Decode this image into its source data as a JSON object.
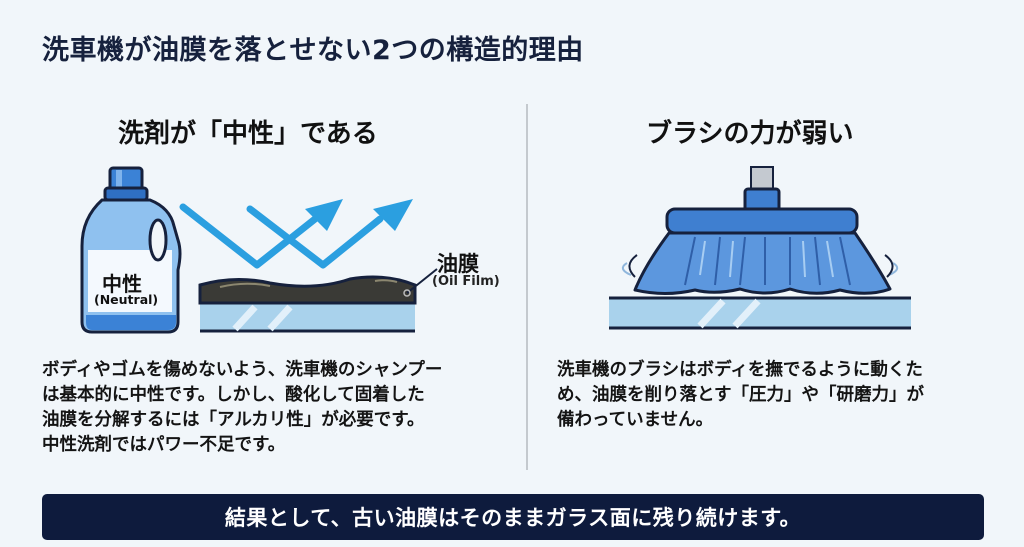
{
  "title": "洗車機が油膜を落とせない2つの構造的理由",
  "left": {
    "heading": "洗剤が「中性」である",
    "bottle_label": "中性",
    "bottle_label_en": "(Neutral)",
    "oil_label": "油膜",
    "oil_label_en": "(Oil Film)",
    "body_lines": [
      "ボディやゴムを傷めないよう、洗車機のシャンプー",
      "は基本的に中性です。しかし、酸化して固着した",
      "油膜を分解するには「アルカリ性」が必要です。",
      "中性洗剤ではパワー不足です。"
    ]
  },
  "right": {
    "heading": "ブラシの力が弱い",
    "body_lines": [
      "洗車機のブラシはボディを撫でるように動くた",
      "め、油膜を削り落とす「圧力」や「研磨力」が",
      "備わっていません。"
    ]
  },
  "banner": {
    "text": "結果として、古い油膜はそのままガラス面に残り続けます。"
  },
  "colors": {
    "background": "#f1f6fa",
    "navy": "#0e1b3d",
    "blue": "#2b9fe0",
    "brush_blue": "#3f7fd0",
    "glass": "#a9d2ec"
  }
}
